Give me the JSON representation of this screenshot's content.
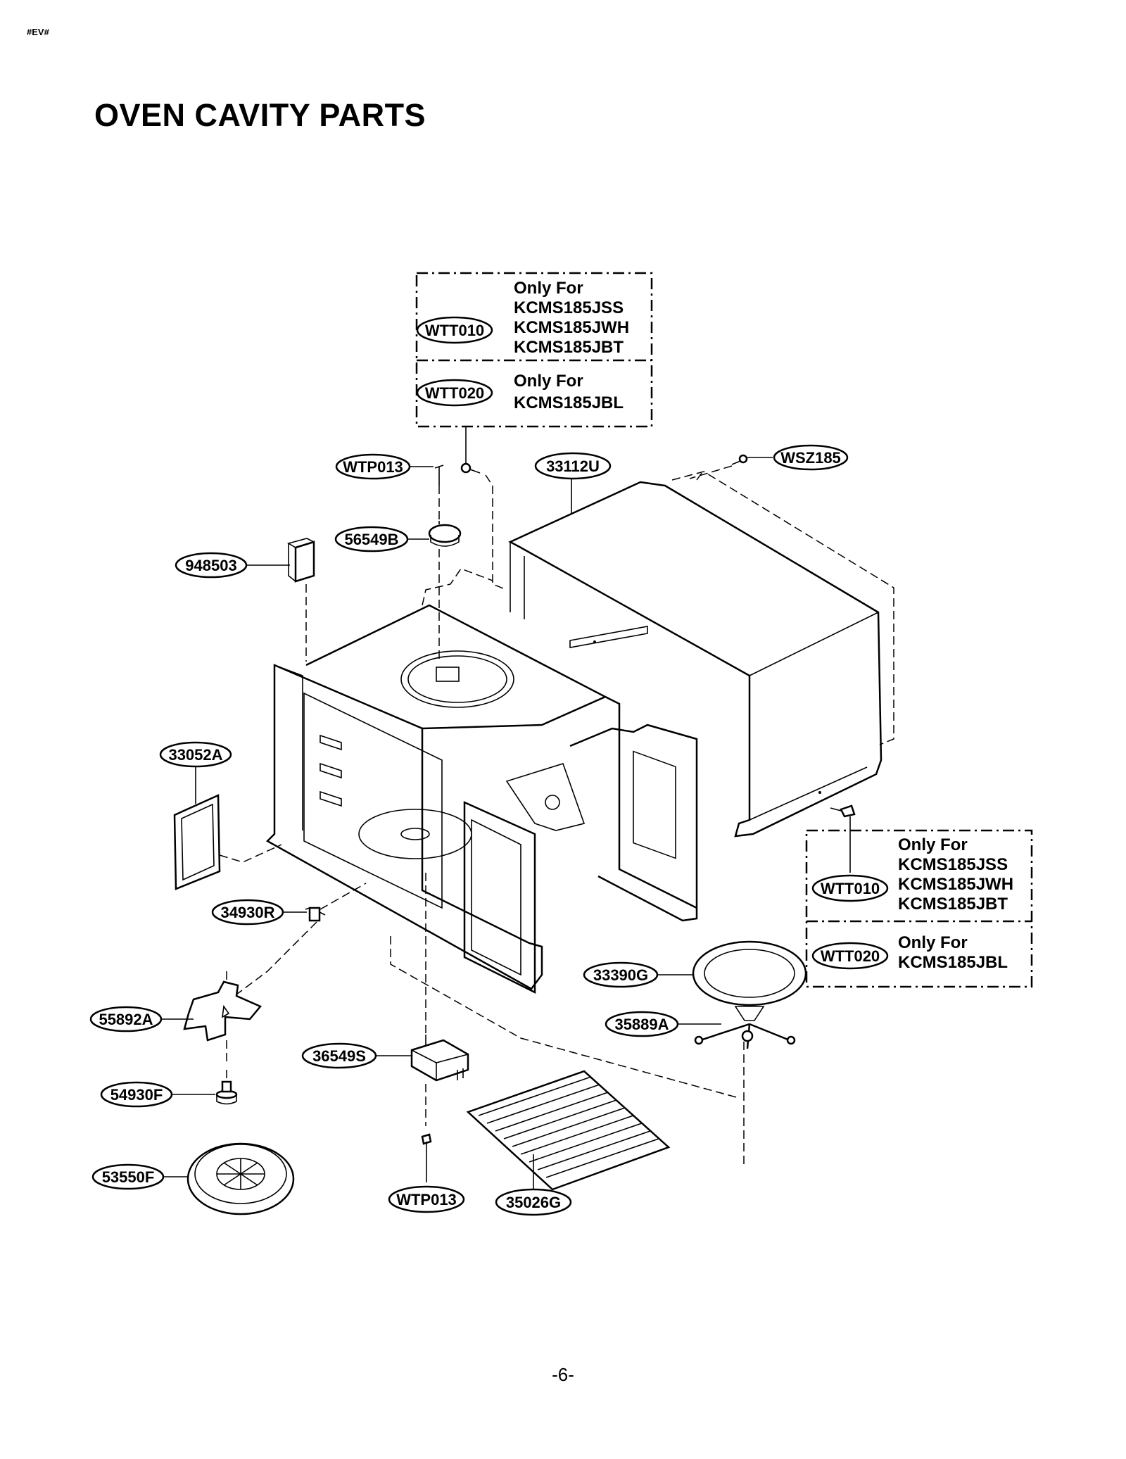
{
  "header": {
    "mark": "#EV#",
    "title": "OVEN CAVITY PARTS"
  },
  "callouts": [
    {
      "id": "WTT010",
      "label": "WTT010"
    },
    {
      "id": "WTT020",
      "label": "WTT020"
    },
    {
      "id": "WTP013",
      "label": "WTP013"
    },
    {
      "id": "33112U",
      "label": "33112U"
    },
    {
      "id": "WSZ185",
      "label": "WSZ185"
    },
    {
      "id": "56549B",
      "label": "56549B"
    },
    {
      "id": "948503",
      "label": "948503"
    },
    {
      "id": "33052A",
      "label": "33052A"
    },
    {
      "id": "34930R",
      "label": "34930R"
    },
    {
      "id": "33390G",
      "label": "33390G"
    },
    {
      "id": "35889A",
      "label": "35889A"
    },
    {
      "id": "55892A",
      "label": "55892A"
    },
    {
      "id": "36549S",
      "label": "36549S"
    },
    {
      "id": "54930F",
      "label": "54930F"
    },
    {
      "id": "53550F",
      "label": "53550F"
    },
    {
      "id": "WTP013b",
      "label": "WTP013"
    },
    {
      "id": "35026G",
      "label": "35026G"
    },
    {
      "id": "WTT010b",
      "label": "WTT010"
    },
    {
      "id": "WTT020b",
      "label": "WTT020"
    }
  ],
  "notes": {
    "top": {
      "a": [
        "Only For",
        "KCMS185JSS",
        "KCMS185JWH",
        "KCMS185JBT"
      ],
      "b": [
        "Only For",
        "KCMS185JBL"
      ]
    },
    "right": {
      "a": [
        "Only For",
        "KCMS185JSS",
        "KCMS185JWH",
        "KCMS185JBT"
      ],
      "b": [
        "Only For",
        "KCMS185JBL"
      ]
    }
  },
  "footer": {
    "page_number": "-6-"
  }
}
